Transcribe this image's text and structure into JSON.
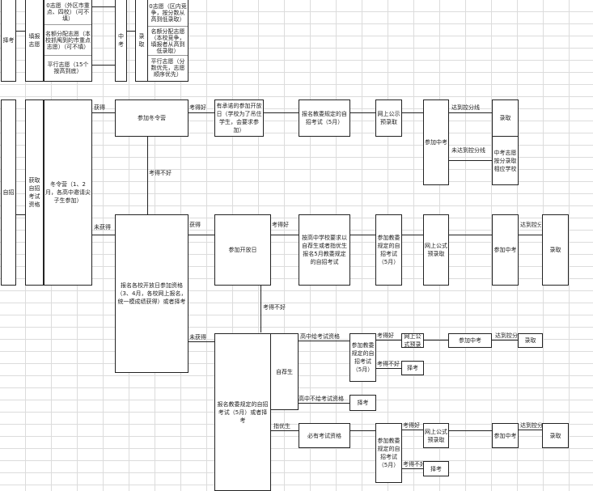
{
  "top": {
    "baokao": "择考",
    "tianbao": "填报志愿",
    "zhiyuan_a": [
      "0志愿（外区市重点、四校）（可不填）",
      "名额分配志愿（本校抓阄到的市重点志愿）（可不填）",
      "平行志愿（15个按高到底）"
    ],
    "zhongkao": "中考",
    "luqu": "录取",
    "zhiyuan_b": [
      "0志愿（区内竞争，按分数从高到低录取）",
      "名额分配志愿（本校竞争，填报者从高到低录取）",
      "平行志愿（分数优先，志愿顺序优先）"
    ]
  },
  "mid": {
    "zizhao": "自招",
    "huoqu": "获取自招考试资格",
    "dongling": "冬令营（1、2月，各高中邀请尖子生参加）",
    "huode": "获得",
    "weihuode": "未获得",
    "canjia_dly": "参加冬令营",
    "kaodehao": "考得好",
    "kaodebuhao": "考得不好",
    "chengnuo": "有承诺的参加开放日（学校为了吊住学生，会要求参加）",
    "baoming_jw": "报名教委规定的自招考试（5月）",
    "wangshang_gs": "网上公示预录取",
    "canjia_zk": "参加中考",
    "dadao": "达到控分线",
    "weidadao": "未达到控分线",
    "luqu": "录取",
    "zk_zhiyuan": "中考志愿按分录取相应学校"
  },
  "open": {
    "baoming_kfr": "报名各校开放日参加资格（3、4月，各校网上报名，统一模成绩获得）或者择考",
    "huode": "获得",
    "canjia_kfr": "参加开放日",
    "kaodehao": "考得好",
    "anxuexiao": "按高中学校要求以自荐生或者指优生报名5月教委规定的自招考试",
    "canjia_jw": "参加教委规定的自招考试（5月）",
    "wangshang": "网上公式预录取",
    "canjia_zk": "参加中考",
    "dadao": "达到控分",
    "luqu": "录取",
    "kaodebuhao": "考得不好"
  },
  "low": {
    "weihuode": "未获得",
    "baoming": "报名教委规定的自招考试（5月）或者择考",
    "zijian": "自荐生",
    "gei": "高中给考试资格",
    "bugei": "高中不给考试资格",
    "canjia_jw": "参加教委规定的自招考试（5月）",
    "kaodehao": "考得好",
    "kaodebuhao": "考得不好",
    "wangshang": "网上公式预录",
    "canjia_zk": "参加中考",
    "dadao": "达到控分",
    "luqu": "录取",
    "zekao": "择考",
    "zekao2": "择考",
    "zhiyou": "指优生",
    "biyou": "必有考试资格",
    "canjia_jw2": "参加教委规定的自招考试（5月）",
    "kaodehao2": "考得好",
    "kaodebuhao2": "考得不好",
    "wangshang2": "网上公式预录取",
    "canjia_zk2": "参加中考",
    "dadao2": "达到控分",
    "luqu2": "录取",
    "zekao3": "择考"
  }
}
